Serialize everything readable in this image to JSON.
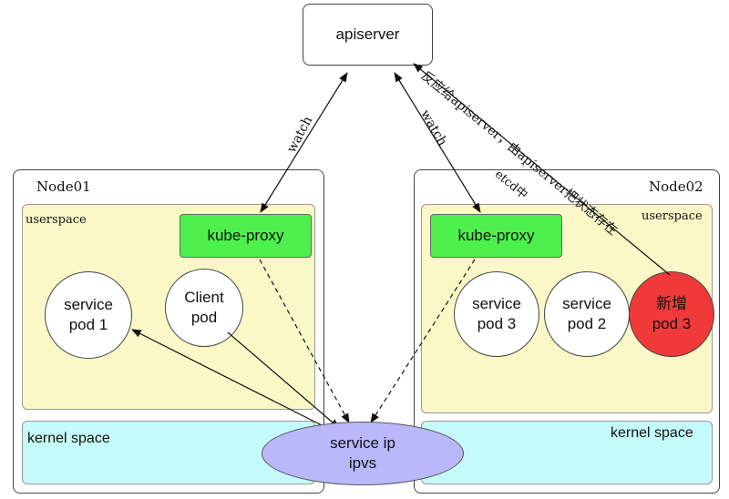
{
  "apiserver": {
    "label": "apiserver"
  },
  "node01": {
    "title": "Node01",
    "userspace_label": "userspace",
    "kernel_label": "kernel space",
    "kube_proxy": "kube-proxy",
    "pods": [
      {
        "line1": "service",
        "line2": "pod 1"
      },
      {
        "line1": "Client",
        "line2": "pod"
      }
    ]
  },
  "node02": {
    "title": "Node02",
    "userspace_label": "userspace",
    "kernel_label": "kernel space",
    "kube_proxy": "kube-proxy",
    "pods": [
      {
        "line1": "service",
        "line2": "pod 3"
      },
      {
        "line1": "service",
        "line2": "pod 2"
      },
      {
        "line1": "新增",
        "line2": "pod 3"
      }
    ]
  },
  "service_ip": {
    "line1": "service ip",
    "line2": "ipvs"
  },
  "edges": {
    "watch_left": "watch",
    "watch_right": "watch",
    "feedback_line1": "反应给apiserver，由apiserver把状态存在",
    "feedback_line2": "etcd中"
  },
  "colors": {
    "userspace": "#fbf8c8",
    "kernel": "#c4fafa",
    "kube_proxy": "#4df04d",
    "new_pod": "#f03a3a",
    "service_ip": "#b8b8fa"
  }
}
